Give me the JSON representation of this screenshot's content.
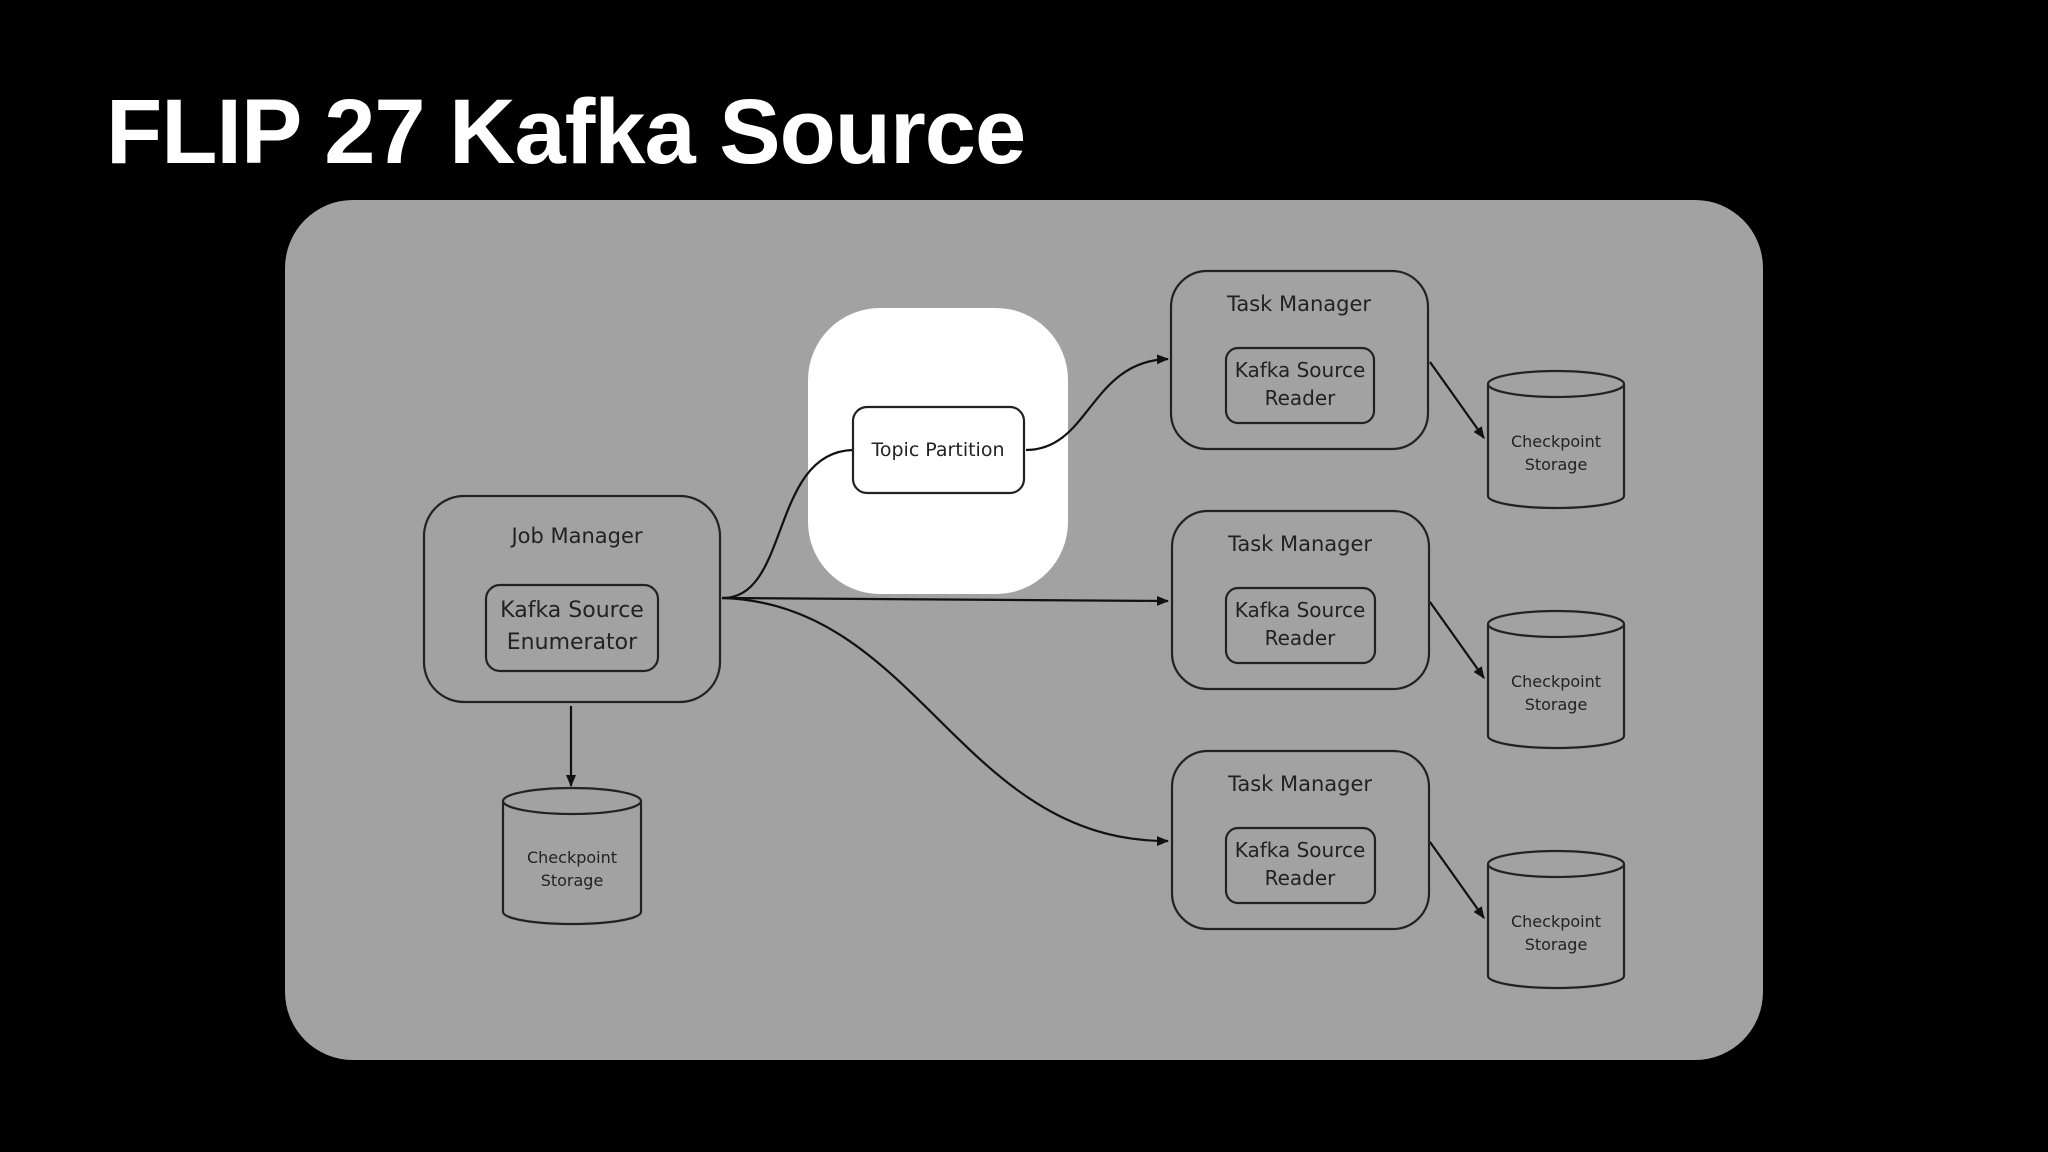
{
  "slide": {
    "title": "FLIP 27 Kafka Source"
  },
  "colors": {
    "background": "#000000",
    "panel": "#a2a2a2",
    "highlight": "#ffffff",
    "stroke": "#222222"
  },
  "diagram": {
    "job_manager": {
      "title": "Job Manager",
      "inner_line1": "Kafka Source",
      "inner_line2": "Enumerator"
    },
    "job_checkpoint": {
      "line1": "Checkpoint",
      "line2": "Storage"
    },
    "topic_partition": {
      "label": "Topic Partition"
    },
    "task_managers": [
      {
        "title": "Task Manager",
        "inner_line1": "Kafka Source",
        "inner_line2": "Reader",
        "storage_line1": "Checkpoint",
        "storage_line2": "Storage"
      },
      {
        "title": "Task Manager",
        "inner_line1": "Kafka Source",
        "inner_line2": "Reader",
        "storage_line1": "Checkpoint",
        "storage_line2": "Storage"
      },
      {
        "title": "Task Manager",
        "inner_line1": "Kafka Source",
        "inner_line2": "Reader",
        "storage_line1": "Checkpoint",
        "storage_line2": "Storage"
      }
    ]
  }
}
